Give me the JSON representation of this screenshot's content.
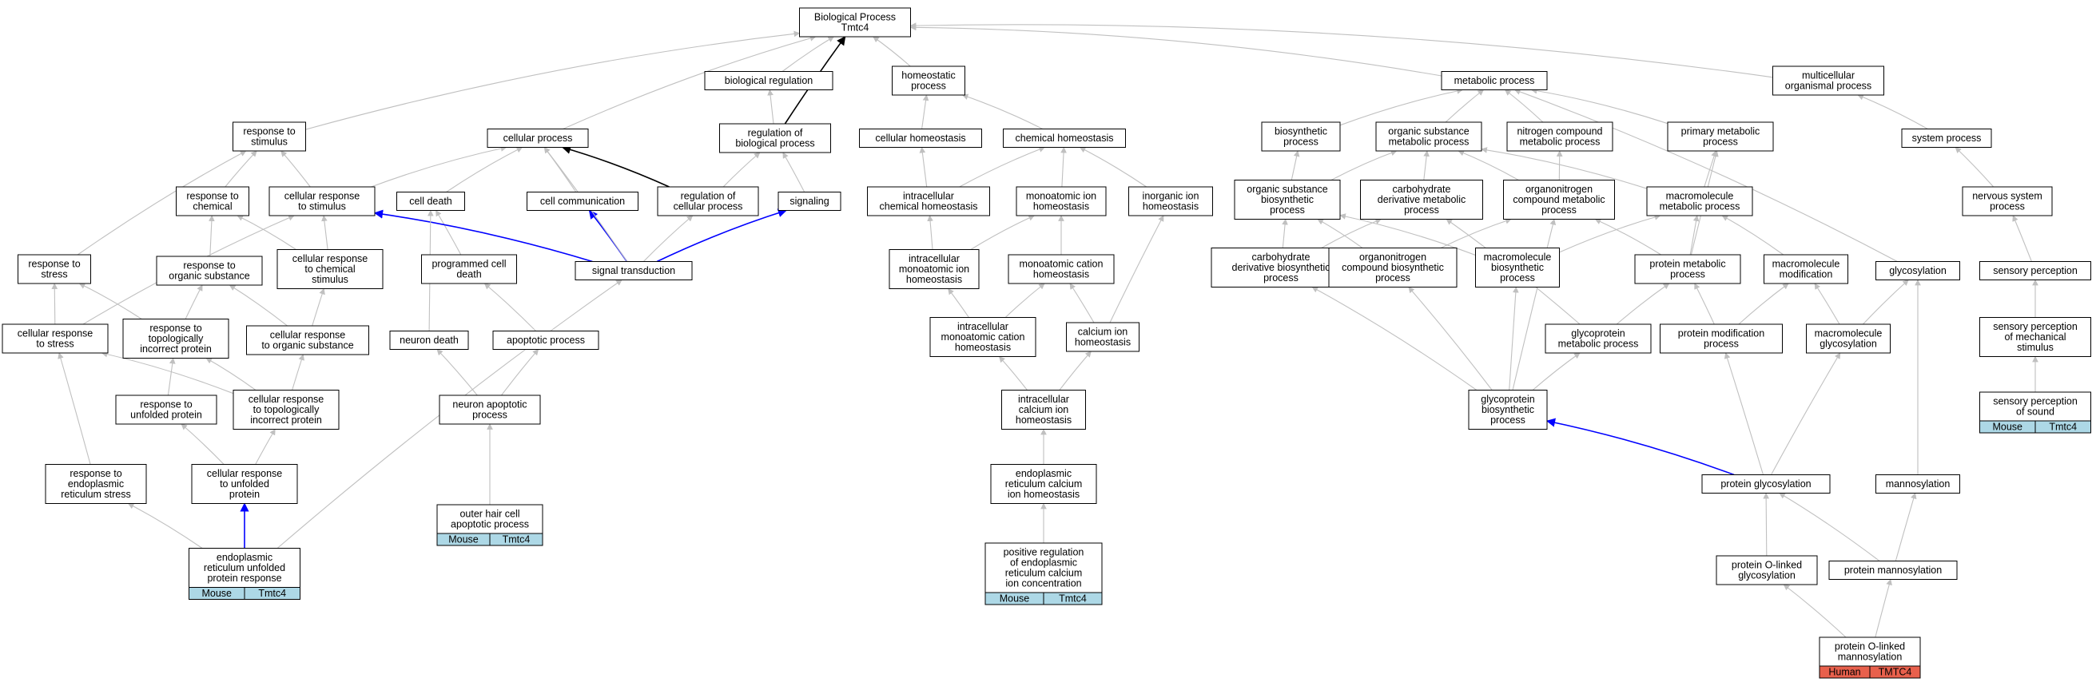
{
  "colors": {
    "edge_default": "#c0c0c0",
    "edge_highlight_black": "#000000",
    "edge_highlight_blue": "#0000ff",
    "node_border": "#000000",
    "mouse_tag": "#add8e6",
    "human_tag": "#e8604c"
  },
  "nodes": [
    {
      "id": "bp",
      "lines": [
        "Biological Process",
        "Tmtc4"
      ]
    },
    {
      "id": "breg",
      "lines": [
        "biological regulation"
      ]
    },
    {
      "id": "homeoproc",
      "lines": [
        "homeostatic",
        "process"
      ]
    },
    {
      "id": "metab",
      "lines": [
        "metabolic process"
      ]
    },
    {
      "id": "multi",
      "lines": [
        "multicellular",
        "organismal process"
      ]
    },
    {
      "id": "rstim",
      "lines": [
        "response to",
        "stimulus"
      ]
    },
    {
      "id": "cellproc",
      "lines": [
        "cellular process"
      ]
    },
    {
      "id": "regbp",
      "lines": [
        "regulation of",
        "biological process"
      ]
    },
    {
      "id": "cellhomeo",
      "lines": [
        "cellular homeostasis"
      ]
    },
    {
      "id": "chemhomeo",
      "lines": [
        "chemical homeostasis"
      ]
    },
    {
      "id": "biosyn",
      "lines": [
        "biosynthetic",
        "process"
      ]
    },
    {
      "id": "orgsub",
      "lines": [
        "organic substance",
        "metabolic process"
      ]
    },
    {
      "id": "nitro",
      "lines": [
        "nitrogen compound",
        "metabolic process"
      ]
    },
    {
      "id": "primary",
      "lines": [
        "primary metabolic",
        "process"
      ]
    },
    {
      "id": "sysproc",
      "lines": [
        "system process"
      ]
    },
    {
      "id": "rchem",
      "lines": [
        "response to",
        "chemical"
      ]
    },
    {
      "id": "crstim",
      "lines": [
        "cellular response",
        "to stimulus"
      ]
    },
    {
      "id": "celldeath",
      "lines": [
        "cell death"
      ]
    },
    {
      "id": "cellcomm",
      "lines": [
        "cell communication"
      ]
    },
    {
      "id": "regcp",
      "lines": [
        "regulation of",
        "cellular process"
      ]
    },
    {
      "id": "signaling",
      "lines": [
        "signaling"
      ]
    },
    {
      "id": "icchem",
      "lines": [
        "intracellular",
        "chemical homeostasis"
      ]
    },
    {
      "id": "monoion",
      "lines": [
        "monoatomic ion",
        "homeostasis"
      ]
    },
    {
      "id": "inorg",
      "lines": [
        "inorganic ion",
        "homeostasis"
      ]
    },
    {
      "id": "osbiosyn",
      "lines": [
        "organic substance",
        "biosynthetic",
        "process"
      ]
    },
    {
      "id": "carbderiv",
      "lines": [
        "carbohydrate",
        "derivative metabolic",
        "process"
      ]
    },
    {
      "id": "organonitro",
      "lines": [
        "organonitrogen",
        "compound metabolic",
        "process"
      ]
    },
    {
      "id": "macromet",
      "lines": [
        "macromolecule",
        "metabolic process"
      ]
    },
    {
      "id": "nervous",
      "lines": [
        "nervous system",
        "process"
      ]
    },
    {
      "id": "rstress",
      "lines": [
        "response to",
        "stress"
      ]
    },
    {
      "id": "rorgsub",
      "lines": [
        "response to",
        "organic substance"
      ]
    },
    {
      "id": "crchem",
      "lines": [
        "cellular response",
        "to chemical",
        "stimulus"
      ]
    },
    {
      "id": "progdeath",
      "lines": [
        "programmed cell",
        "death"
      ]
    },
    {
      "id": "sigtrans",
      "lines": [
        "signal transduction"
      ]
    },
    {
      "id": "icmono",
      "lines": [
        "intracellular",
        "monoatomic ion",
        "homeostasis"
      ]
    },
    {
      "id": "monocation",
      "lines": [
        "monoatomic cation",
        "homeostasis"
      ]
    },
    {
      "id": "carbderivbio",
      "lines": [
        "carbohydrate",
        "derivative biosynthetic",
        "process"
      ]
    },
    {
      "id": "organonitrobio",
      "lines": [
        "organonitrogen",
        "compound biosynthetic",
        "process"
      ]
    },
    {
      "id": "macrobio",
      "lines": [
        "macromolecule",
        "biosynthetic",
        "process"
      ]
    },
    {
      "id": "protmet",
      "lines": [
        "protein metabolic",
        "process"
      ]
    },
    {
      "id": "macromod",
      "lines": [
        "macromolecule",
        "modification"
      ]
    },
    {
      "id": "glycosylation",
      "lines": [
        "glycosylation"
      ]
    },
    {
      "id": "sensory",
      "lines": [
        "sensory perception"
      ]
    },
    {
      "id": "crstress",
      "lines": [
        "cellular response",
        "to stress"
      ]
    },
    {
      "id": "rtopo",
      "lines": [
        "response to",
        "topologically",
        "incorrect protein"
      ]
    },
    {
      "id": "crorgsub",
      "lines": [
        "cellular response",
        "to organic substance"
      ]
    },
    {
      "id": "neurondeath",
      "lines": [
        "neuron death"
      ]
    },
    {
      "id": "apoptotic",
      "lines": [
        "apoptotic process"
      ]
    },
    {
      "id": "icmonocation",
      "lines": [
        "intracellular",
        "monoatomic cation",
        "homeostasis"
      ]
    },
    {
      "id": "calcium",
      "lines": [
        "calcium ion",
        "homeostasis"
      ]
    },
    {
      "id": "glycomet",
      "lines": [
        "glycoprotein",
        "metabolic process"
      ]
    },
    {
      "id": "protmod",
      "lines": [
        "protein modification",
        "process"
      ]
    },
    {
      "id": "macroglyco",
      "lines": [
        "macromolecule",
        "glycosylation"
      ]
    },
    {
      "id": "sensmech",
      "lines": [
        "sensory perception",
        "of mechanical",
        "stimulus"
      ]
    },
    {
      "id": "runfolded",
      "lines": [
        "response to",
        "unfolded protein"
      ]
    },
    {
      "id": "crtopo",
      "lines": [
        "cellular response",
        "to topologically",
        "incorrect protein"
      ]
    },
    {
      "id": "neuronapop",
      "lines": [
        "neuron apoptotic",
        "process"
      ]
    },
    {
      "id": "iccalcium",
      "lines": [
        "intracellular",
        "calcium ion",
        "homeostasis"
      ]
    },
    {
      "id": "glycobio",
      "lines": [
        "glycoprotein",
        "biosynthetic",
        "process"
      ]
    },
    {
      "id": "senssound",
      "lines": [
        "sensory perception",
        "of sound"
      ],
      "tags": [
        "Mouse",
        "Tmtc4"
      ]
    },
    {
      "id": "rerstress",
      "lines": [
        "response to",
        "endoplasmic",
        "reticulum stress"
      ]
    },
    {
      "id": "crunfolded",
      "lines": [
        "cellular response",
        "to unfolded",
        "protein"
      ]
    },
    {
      "id": "outerhair",
      "lines": [
        "outer hair cell",
        "apoptotic process"
      ],
      "tags": [
        "Mouse",
        "Tmtc4"
      ]
    },
    {
      "id": "ercalcium",
      "lines": [
        "endoplasmic",
        "reticulum calcium",
        "ion homeostasis"
      ]
    },
    {
      "id": "protglyco",
      "lines": [
        "protein glycosylation"
      ]
    },
    {
      "id": "mannosylation",
      "lines": [
        "mannosylation"
      ]
    },
    {
      "id": "erupr",
      "lines": [
        "endoplasmic",
        "reticulum unfolded",
        "protein response"
      ],
      "tags": [
        "Mouse",
        "Tmtc4"
      ]
    },
    {
      "id": "posreg",
      "lines": [
        "positive regulation",
        "of endoplasmic",
        "reticulum calcium",
        "ion concentration"
      ],
      "tags": [
        "Mouse",
        "Tmtc4"
      ]
    },
    {
      "id": "proto",
      "lines": [
        "protein O-linked",
        "glycosylation"
      ]
    },
    {
      "id": "protmann",
      "lines": [
        "protein mannosylation"
      ]
    },
    {
      "id": "protoman",
      "lines": [
        "protein O-linked",
        "mannosylation"
      ],
      "tags": [
        "Human",
        "TMTC4"
      ]
    }
  ],
  "edges": [
    [
      "breg",
      "bp",
      "default"
    ],
    [
      "homeoproc",
      "bp",
      "default"
    ],
    [
      "metab",
      "bp",
      "default"
    ],
    [
      "multi",
      "bp",
      "default"
    ],
    [
      "rstim",
      "bp",
      "default"
    ],
    [
      "cellproc",
      "bp",
      "default"
    ],
    [
      "regbp",
      "bp",
      "black"
    ],
    [
      "regbp",
      "breg",
      "default"
    ],
    [
      "cellhomeo",
      "homeoproc",
      "default"
    ],
    [
      "chemhomeo",
      "homeoproc",
      "default"
    ],
    [
      "biosyn",
      "metab",
      "default"
    ],
    [
      "orgsub",
      "metab",
      "default"
    ],
    [
      "nitro",
      "metab",
      "default"
    ],
    [
      "primary",
      "metab",
      "default"
    ],
    [
      "sysproc",
      "multi",
      "default"
    ],
    [
      "rchem",
      "rstim",
      "default"
    ],
    [
      "crstim",
      "rstim",
      "default"
    ],
    [
      "rstress",
      "rstim",
      "default"
    ],
    [
      "crstim",
      "cellproc",
      "default"
    ],
    [
      "celldeath",
      "cellproc",
      "default"
    ],
    [
      "cellcomm",
      "cellproc",
      "default"
    ],
    [
      "regcp",
      "cellproc",
      "black"
    ],
    [
      "regcp",
      "regbp",
      "default"
    ],
    [
      "signaling",
      "regbp",
      "default"
    ],
    [
      "icchem",
      "cellhomeo",
      "default"
    ],
    [
      "icchem",
      "chemhomeo",
      "default"
    ],
    [
      "monoion",
      "chemhomeo",
      "default"
    ],
    [
      "inorg",
      "chemhomeo",
      "default"
    ],
    [
      "osbiosyn",
      "biosyn",
      "default"
    ],
    [
      "osbiosyn",
      "orgsub",
      "default"
    ],
    [
      "carbderiv",
      "orgsub",
      "default"
    ],
    [
      "organonitro",
      "orgsub",
      "default"
    ],
    [
      "organonitro",
      "nitro",
      "default"
    ],
    [
      "macromet",
      "orgsub",
      "default"
    ],
    [
      "macromet",
      "primary",
      "default"
    ],
    [
      "nervous",
      "sysproc",
      "default"
    ],
    [
      "rorgsub",
      "rchem",
      "default"
    ],
    [
      "crchem",
      "rchem",
      "default"
    ],
    [
      "crchem",
      "crstim",
      "default"
    ],
    [
      "progdeath",
      "celldeath",
      "default"
    ],
    [
      "sigtrans",
      "crstim",
      "blue"
    ],
    [
      "sigtrans",
      "cellcomm",
      "blue"
    ],
    [
      "sigtrans",
      "regcp",
      "default"
    ],
    [
      "sigtrans",
      "signaling",
      "blue"
    ],
    [
      "sigtrans",
      "cellproc",
      "default"
    ],
    [
      "icmono",
      "icchem",
      "default"
    ],
    [
      "icmono",
      "monoion",
      "default"
    ],
    [
      "monocation",
      "monoion",
      "default"
    ],
    [
      "carbderivbio",
      "osbiosyn",
      "default"
    ],
    [
      "carbderivbio",
      "carbderiv",
      "default"
    ],
    [
      "organonitrobio",
      "osbiosyn",
      "default"
    ],
    [
      "organonitrobio",
      "organonitro",
      "default"
    ],
    [
      "macrobio",
      "macromet",
      "default"
    ],
    [
      "macrobio",
      "osbiosyn",
      "default"
    ],
    [
      "protmet",
      "macromet",
      "default"
    ],
    [
      "protmet",
      "organonitro",
      "default"
    ],
    [
      "protmet",
      "primary",
      "default"
    ],
    [
      "macromod",
      "macromet",
      "default"
    ],
    [
      "glycosylation",
      "metab",
      "default"
    ],
    [
      "sensory",
      "nervous",
      "default"
    ],
    [
      "crstress",
      "rstress",
      "default"
    ],
    [
      "crstress",
      "crstim",
      "default"
    ],
    [
      "rtopo",
      "rstress",
      "default"
    ],
    [
      "rtopo",
      "rorgsub",
      "default"
    ],
    [
      "crorgsub",
      "rorgsub",
      "default"
    ],
    [
      "crorgsub",
      "crchem",
      "default"
    ],
    [
      "neurondeath",
      "celldeath",
      "default"
    ],
    [
      "apoptotic",
      "progdeath",
      "default"
    ],
    [
      "icmonocation",
      "icmono",
      "default"
    ],
    [
      "icmonocation",
      "monocation",
      "default"
    ],
    [
      "calcium",
      "monocation",
      "default"
    ],
    [
      "calcium",
      "inorg",
      "default"
    ],
    [
      "glycomet",
      "carbderiv",
      "default"
    ],
    [
      "glycomet",
      "protmet",
      "default"
    ],
    [
      "protmod",
      "protmet",
      "default"
    ],
    [
      "protmod",
      "macromod",
      "default"
    ],
    [
      "macroglyco",
      "macromod",
      "default"
    ],
    [
      "macroglyco",
      "glycosylation",
      "default"
    ],
    [
      "sensmech",
      "sensory",
      "default"
    ],
    [
      "runfolded",
      "rtopo",
      "default"
    ],
    [
      "crtopo",
      "rtopo",
      "default"
    ],
    [
      "crtopo",
      "crstress",
      "default"
    ],
    [
      "crtopo",
      "crorgsub",
      "default"
    ],
    [
      "neuronapop",
      "neurondeath",
      "default"
    ],
    [
      "neuronapop",
      "apoptotic",
      "default"
    ],
    [
      "iccalcium",
      "icmonocation",
      "default"
    ],
    [
      "iccalcium",
      "calcium",
      "default"
    ],
    [
      "glycobio",
      "glycomet",
      "default"
    ],
    [
      "glycobio",
      "carbderivbio",
      "default"
    ],
    [
      "glycobio",
      "organonitrobio",
      "default"
    ],
    [
      "glycobio",
      "macrobio",
      "default"
    ],
    [
      "glycobio",
      "organonitro",
      "default"
    ],
    [
      "senssound",
      "sensmech",
      "default"
    ],
    [
      "rerstress",
      "crstress",
      "default"
    ],
    [
      "crunfolded",
      "runfolded",
      "default"
    ],
    [
      "crunfolded",
      "crtopo",
      "default"
    ],
    [
      "outerhair",
      "neuronapop",
      "default"
    ],
    [
      "ercalcium",
      "iccalcium",
      "default"
    ],
    [
      "protglyco",
      "glycobio",
      "blue"
    ],
    [
      "protglyco",
      "protmod",
      "default"
    ],
    [
      "protglyco",
      "macroglyco",
      "default"
    ],
    [
      "mannosylation",
      "glycosylation",
      "default"
    ],
    [
      "erupr",
      "crunfolded",
      "blue"
    ],
    [
      "erupr",
      "rerstress",
      "default"
    ],
    [
      "erupr",
      "sigtrans",
      "default"
    ],
    [
      "posreg",
      "ercalcium",
      "default"
    ],
    [
      "proto",
      "protglyco",
      "default"
    ],
    [
      "protmann",
      "protglyco",
      "default"
    ],
    [
      "protmann",
      "mannosylation",
      "default"
    ],
    [
      "protoman",
      "proto",
      "default"
    ],
    [
      "protoman",
      "protmann",
      "default"
    ]
  ]
}
